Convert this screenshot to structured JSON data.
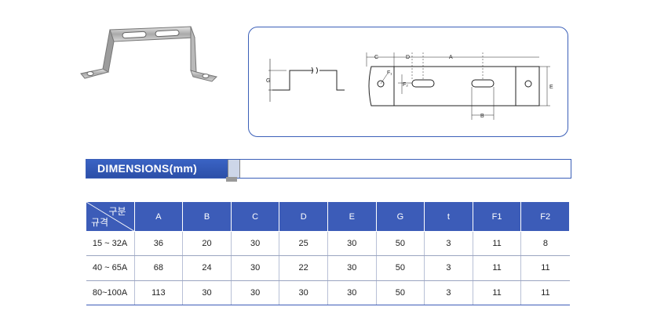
{
  "section_title": "DIMENSIONS(mm)",
  "table": {
    "corner_top": "구분",
    "corner_bottom": "규격",
    "headers": [
      "A",
      "B",
      "C",
      "D",
      "E",
      "G",
      "t",
      "F1",
      "F2"
    ],
    "rows": [
      {
        "size": "15 ~ 32A",
        "values": [
          "36",
          "20",
          "30",
          "25",
          "30",
          "50",
          "3",
          "11",
          "8"
        ]
      },
      {
        "size": "40 ~ 65A",
        "values": [
          "68",
          "24",
          "30",
          "22",
          "30",
          "50",
          "3",
          "11",
          "11"
        ]
      },
      {
        "size": "80~100A",
        "values": [
          "113",
          "30",
          "30",
          "30",
          "30",
          "50",
          "3",
          "11",
          "11"
        ]
      }
    ]
  },
  "drawing_labels": {
    "c": "C",
    "d": "D",
    "a": "A",
    "b": "B",
    "g": "G",
    "e": "E",
    "f1": "F₁",
    "f2": "F₂"
  },
  "colors": {
    "accent": "#3c5cb8",
    "border": "#3b5fb8"
  }
}
